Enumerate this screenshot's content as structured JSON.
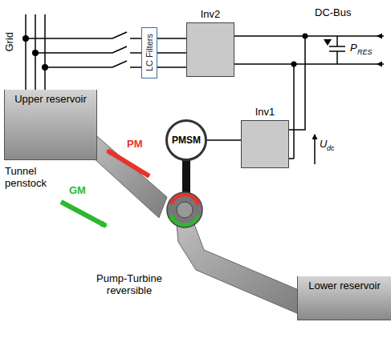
{
  "diagram": {
    "nodes": [
      {
        "text": [
          "Inv2"
        ]
      },
      {
        "text": [
          "LC Filters"
        ]
      },
      {
        "text": [
          "Inv1"
        ]
      },
      {
        "text": [
          "PMSM"
        ]
      },
      {
        "text": [
          "Upper reservoir"
        ]
      },
      {
        "text": [
          "Lower reservoir"
        ]
      }
    ],
    "edges": [
      {
        "from": 1,
        "to": 0,
        "arrow": "none"
      },
      {
        "from": 0,
        "to": 2,
        "arrow": "none"
      },
      {
        "from": 2,
        "to": 3,
        "arrow": "none"
      }
    ],
    "labels": [
      "Grid",
      "DC-Bus",
      "P",
      "RES",
      "U",
      "dc",
      "PM",
      "GM",
      "Tunnel penstock",
      "Pump-Turbine reversible"
    ]
  }
}
